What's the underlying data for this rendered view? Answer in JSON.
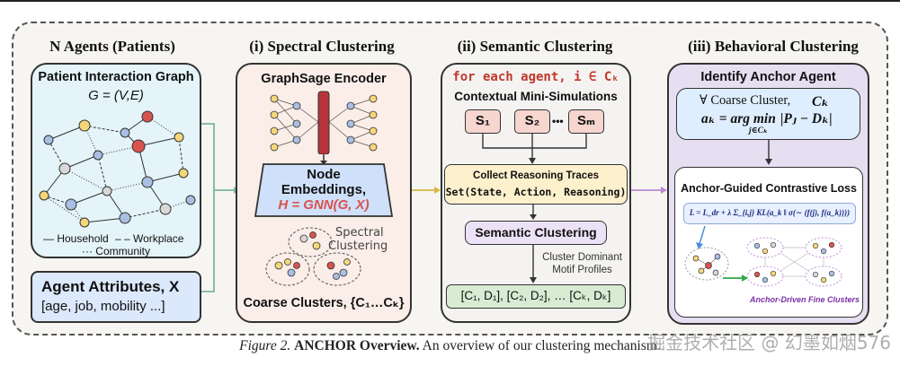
{
  "columns": {
    "agents": "N Agents (Patients)",
    "spectral": "(i) Spectral Clustering",
    "semantic": "(ii) Semantic Clustering",
    "behavioral": "(iii) Behavioral Clustering"
  },
  "graph_panel": {
    "title": "Patient Interaction Graph",
    "formula": "G = (V,E)",
    "legend_household": "— Household",
    "legend_workplace": "– – Workplace",
    "legend_community": "··· Community"
  },
  "attributes": {
    "title": "Agent Attributes, X",
    "list": "[age, job, mobility ...]"
  },
  "spectral": {
    "encoder": "GraphSage Encoder",
    "node_emb_1": "Node",
    "node_emb_2": "Embeddings,",
    "node_emb_formula": "H = GNN(G, X)",
    "spectral_1": "Spectral",
    "spectral_2": "Clustering",
    "coarse": "Coarse Clusters, {C₁…Cₖ}"
  },
  "semantic": {
    "for_each": "for each agent, i ∈ Cₖ",
    "mini_sim": "Contextual Mini-Simulations",
    "s1": "S₁",
    "s2": "S₂",
    "sm": "Sₘ",
    "dots": "•••",
    "collect_1": "Collect Reasoning Traces",
    "collect_2": "Set(State, Action, Reasoning)",
    "semantic_clustering": "Semantic Clustering",
    "motif_1": "Cluster Dominant",
    "motif_2": "Motif Profiles",
    "result": "[C₁, D₁], [C₂, D₂], … [Cₖ, Dₖ]"
  },
  "behavioral": {
    "identify": "Identify Anchor Agent",
    "forall": "∀ Coarse Cluster,",
    "forall_sym": "Cₖ",
    "anchor_lhs": "aₖ = arg min",
    "anchor_sub": "j∈Cₖ",
    "anchor_rhs": "|Pⱼ − Dₖ|",
    "loss_title": "Anchor-Guided Contrastive Loss",
    "loss_formula": "L = L_dr + λ Σ_{i,j} KL(a_k ‖ σ(∼ (f(j), f(a_k))))",
    "fine": "Anchor-Driven Fine Clusters"
  },
  "caption": {
    "fig": "Figure 2.",
    "bold": "ANCHOR Overview.",
    "rest": "An overview of our clustering mechanism."
  },
  "watermark": "掘金技术社区 @ 幻墨如烟576",
  "colors": {
    "graph_bg": "#e4f4f8",
    "spectral_bg": "#fbeee8",
    "semantic_bg": "#f4f3f1",
    "behavioral_bg": "#e6def1",
    "attr_bg": "#dce8fb",
    "red_node": "#d9534f",
    "yellow_node": "#f5d77a",
    "blue_node": "#a9bfe3",
    "green_result": "#d8ecd4",
    "collect_bg": "#fdf0cc"
  }
}
